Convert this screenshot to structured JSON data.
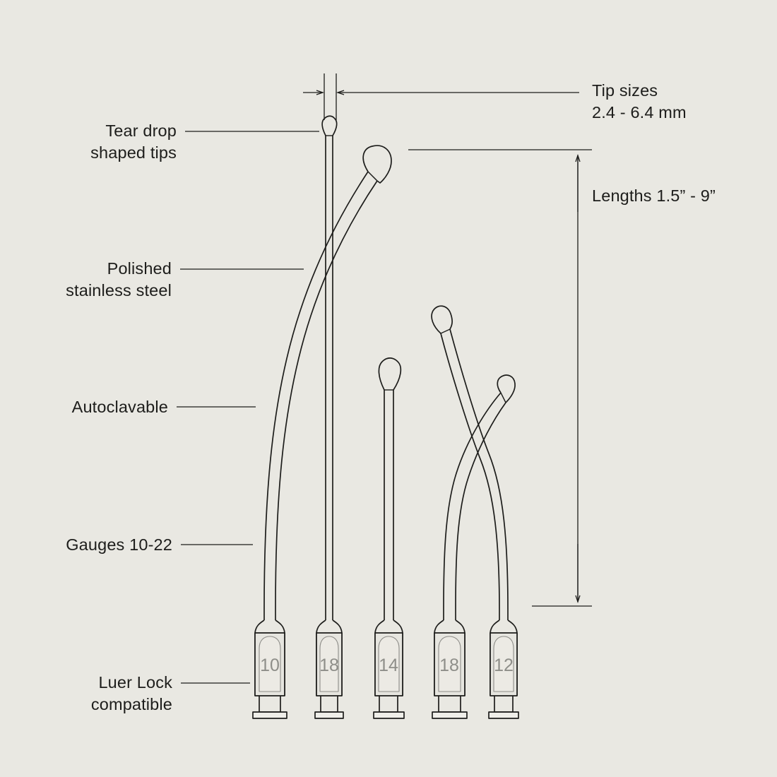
{
  "page": {
    "title": "Cannula product feature diagram",
    "background_color": "#e9e8e2",
    "line_color": "#1d1d1b",
    "text_color": "#1d1d1b",
    "hub_fill_color": "#e6e5df",
    "gauge_text_color": "#8d8d88"
  },
  "annotations": {
    "tear_drop": "Tear drop\nshaped tips",
    "polished": "Polished\nstainless steel",
    "autoclavable": "Autoclavable",
    "gauges": "Gauges 10-22",
    "luer_lock": "Luer Lock\ncompatible",
    "tip_sizes": "Tip sizes\n2.4 - 6.4 mm",
    "lengths": "Lengths 1.5” - 9”"
  },
  "dimensions": {
    "tip_sizes_value": "2.4 - 6.4 mm",
    "lengths_value": "1.5” - 9”"
  },
  "cannulas": [
    {
      "id": "cannula-1",
      "gauge": "10",
      "shape": "curved",
      "tip": "tear-drop"
    },
    {
      "id": "cannula-2",
      "gauge": "18",
      "shape": "straight",
      "tip": "tear-drop"
    },
    {
      "id": "cannula-3",
      "gauge": "14",
      "shape": "straight",
      "tip": "tear-drop"
    },
    {
      "id": "cannula-4",
      "gauge": "18",
      "shape": "curved",
      "tip": "tear-drop"
    },
    {
      "id": "cannula-5",
      "gauge": "12",
      "shape": "curved",
      "tip": "tear-drop"
    }
  ]
}
